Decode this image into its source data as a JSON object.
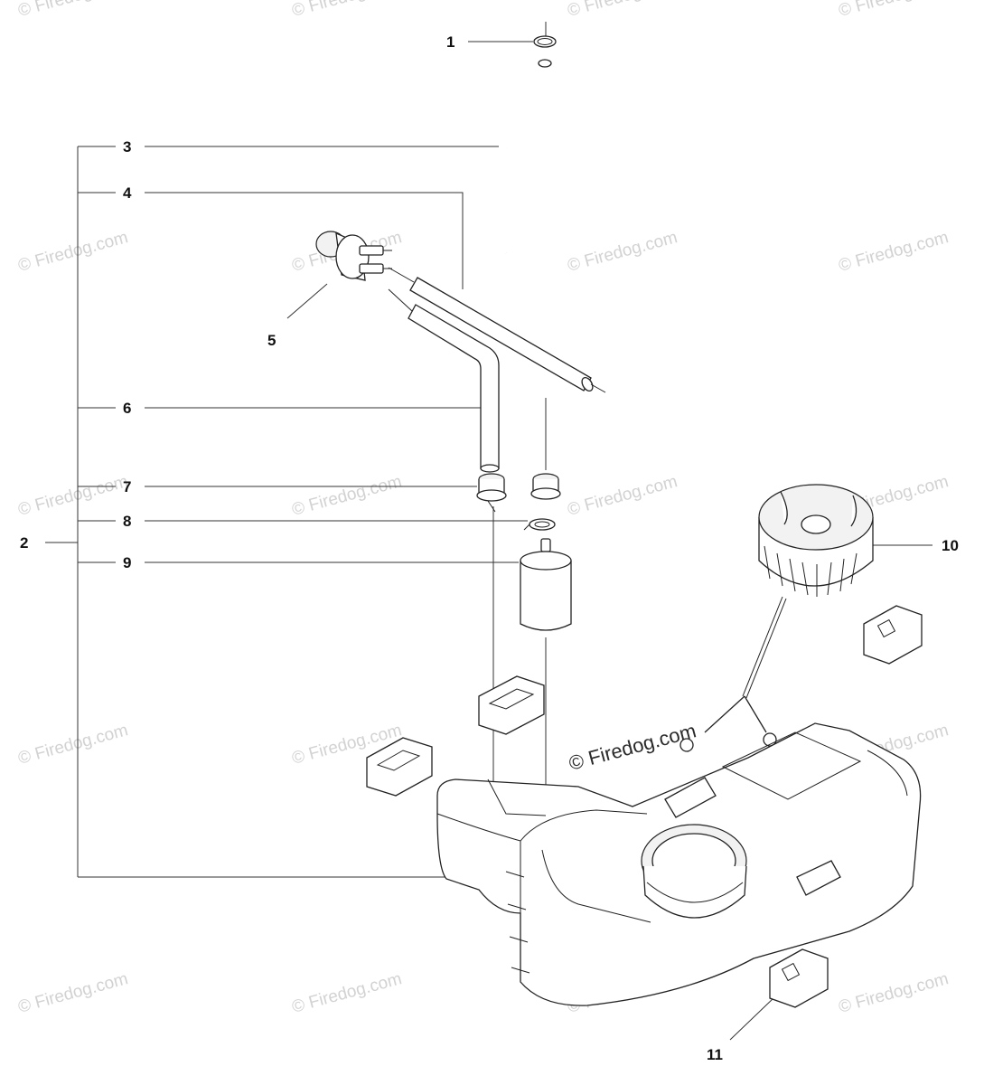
{
  "watermark": "© Firedog.com",
  "callouts": {
    "c1": "1",
    "c2": "2",
    "c3": "3",
    "c4": "4",
    "c5": "5",
    "c6": "6",
    "c7": "7",
    "c8": "8",
    "c9": "9",
    "c10": "10",
    "c11": "11"
  },
  "colors": {
    "line": "#222222",
    "watermark": "#d2d2d2",
    "background": "#ffffff"
  }
}
